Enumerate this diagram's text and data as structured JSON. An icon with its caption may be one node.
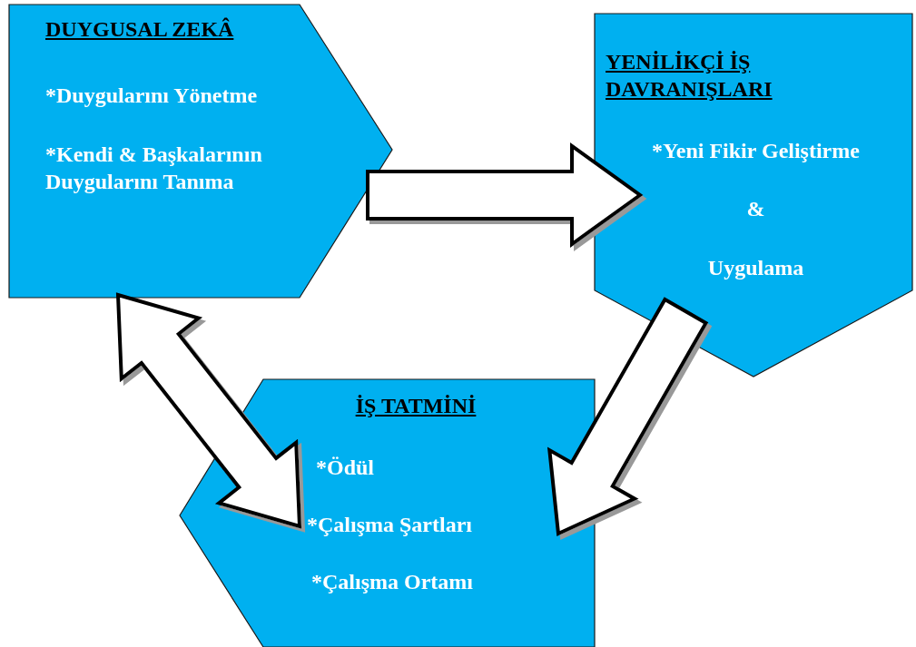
{
  "diagram": {
    "nodes": [
      {
        "text": [
          "DUYGUSAL ZEKÂ",
          "*Duygularını Yönetme",
          "*Kendi & Başkalarının Duygularını Tanıma"
        ]
      },
      {
        "text": [
          "YENİLİKÇİ İŞ DAVRANIŞLARI",
          "*Yeni Fikir Geliştirme",
          "&",
          "Uygulama"
        ]
      },
      {
        "text": [
          "İŞ TATMİNİ",
          "*Ödül",
          "*Çalışma Şartları",
          "*Çalışma Ortamı"
        ]
      }
    ],
    "edges": [
      {
        "from": 0,
        "to": 1,
        "arrow": "to"
      },
      {
        "from": 1,
        "to": 2,
        "arrow": "to"
      },
      {
        "from": 0,
        "to": 2,
        "arrow": "both"
      }
    ]
  }
}
